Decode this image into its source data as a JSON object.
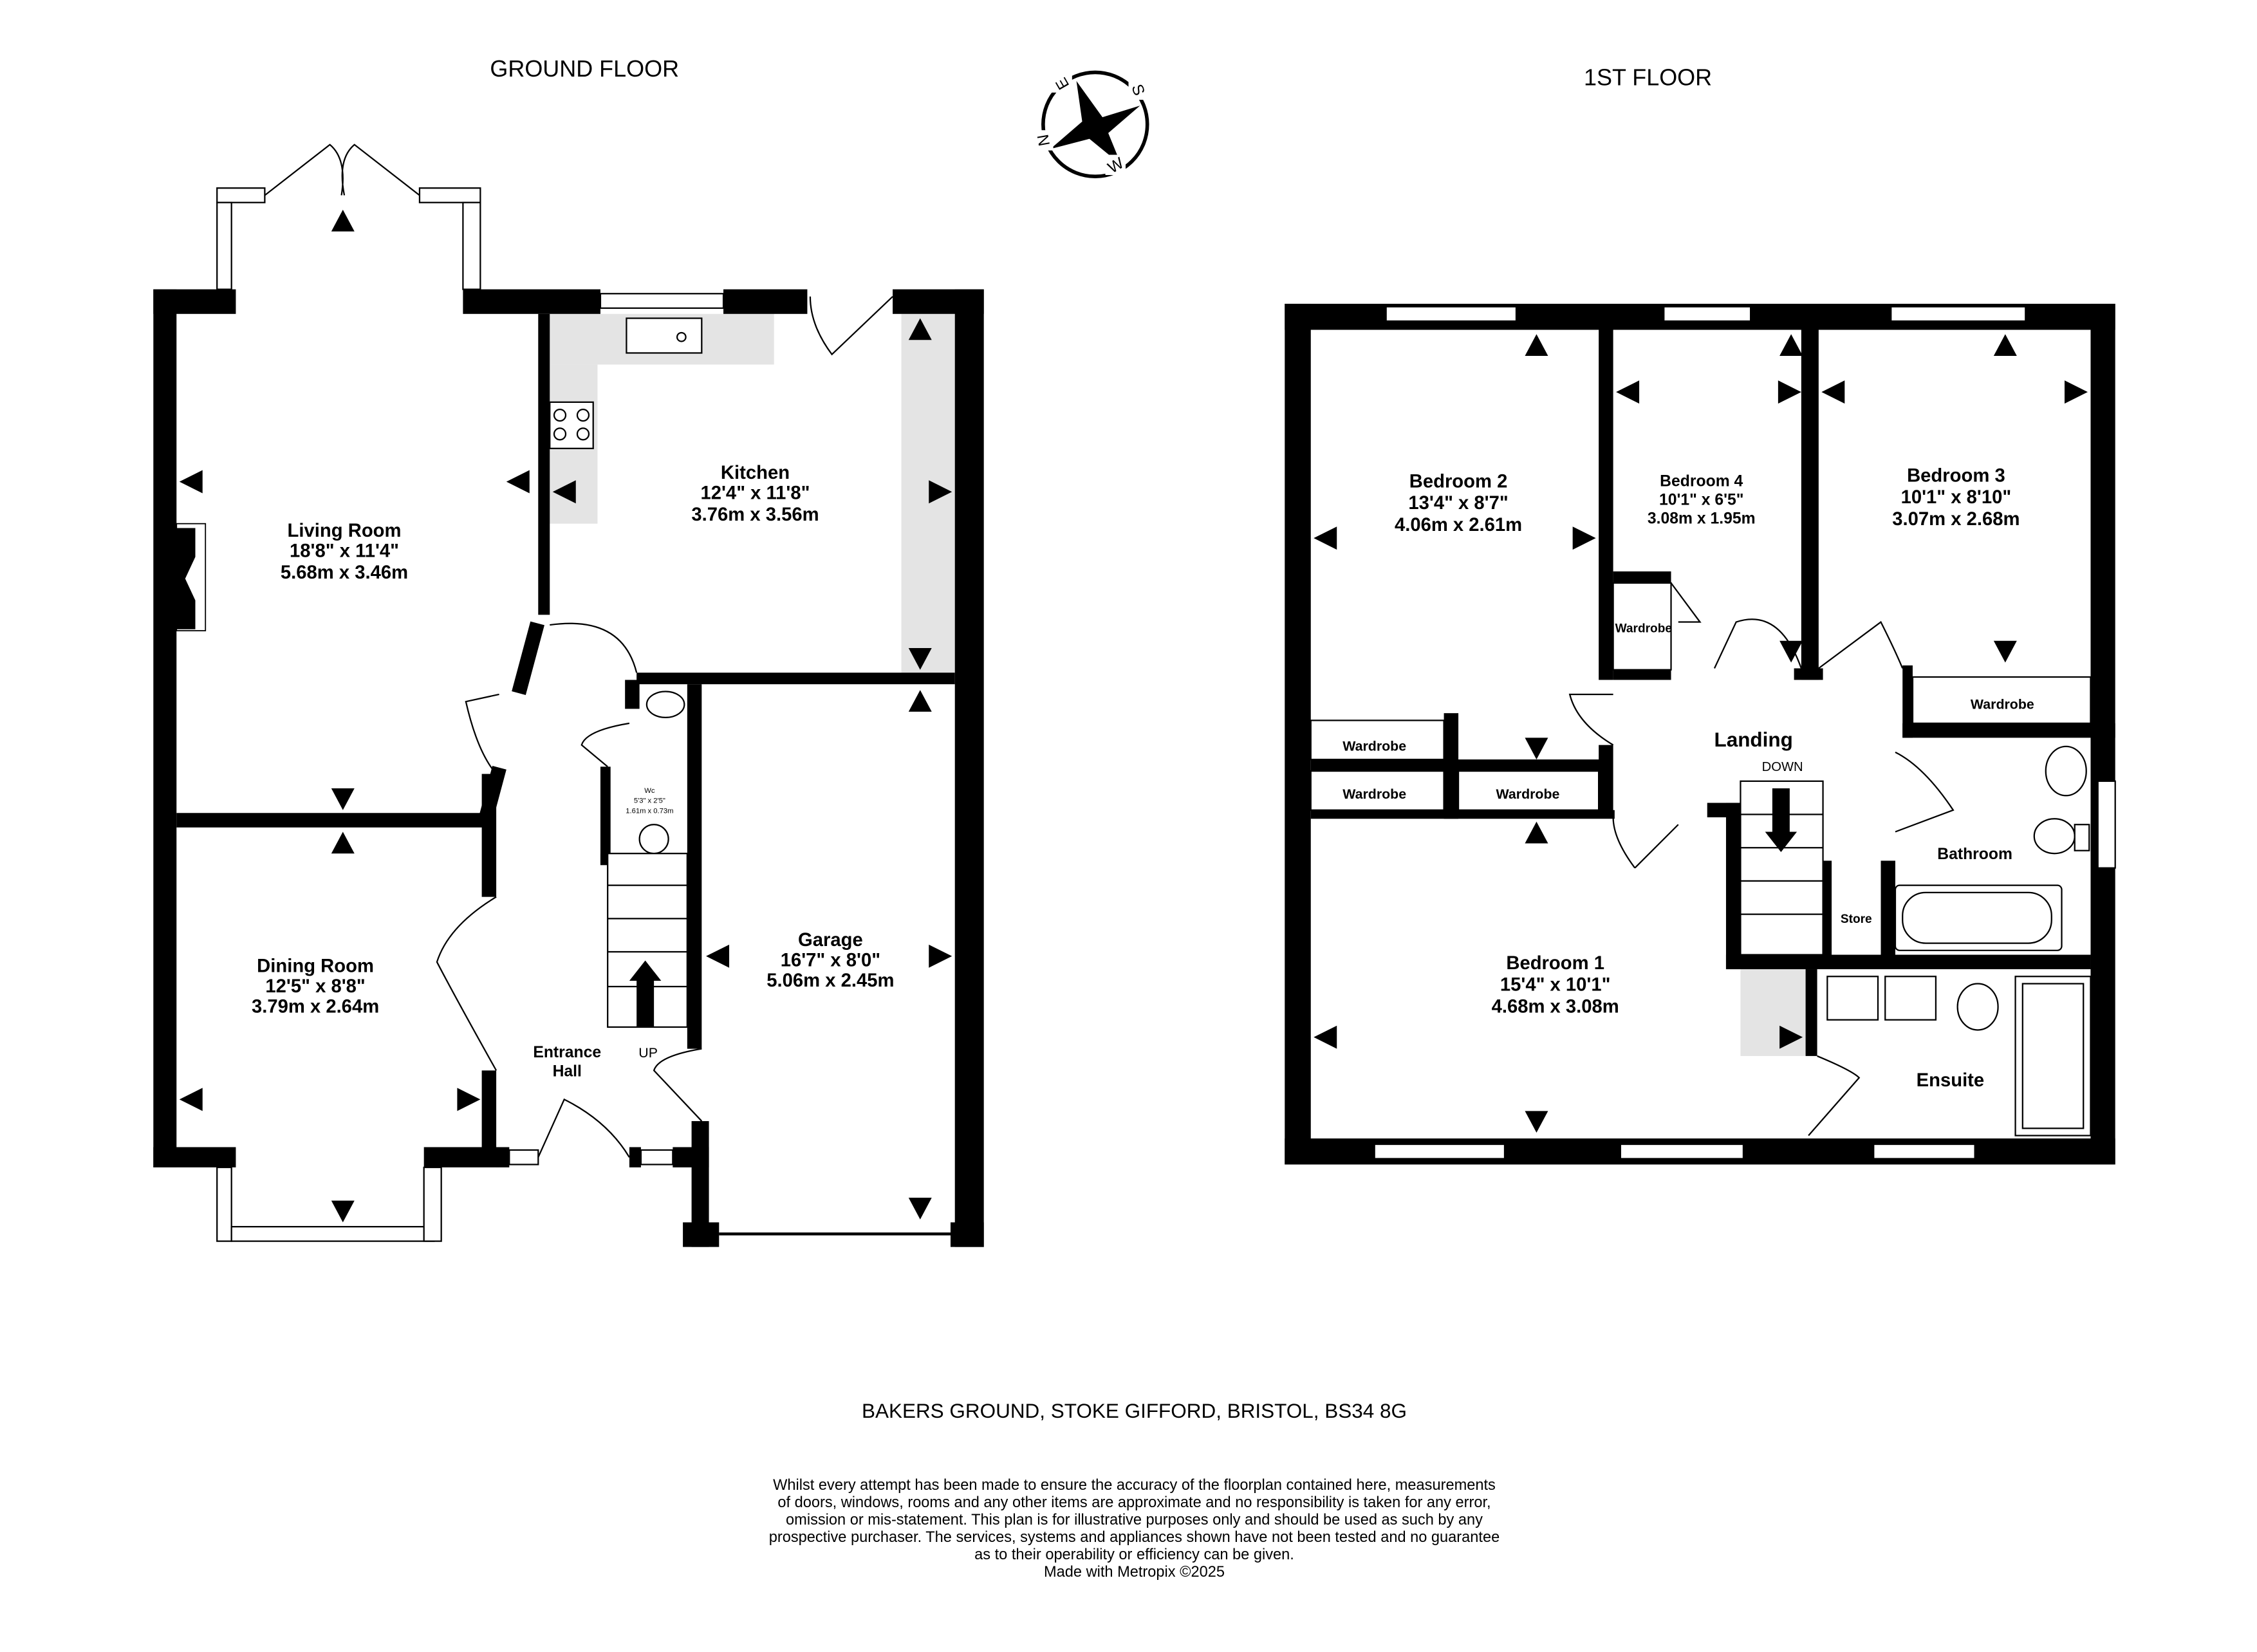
{
  "titles": {
    "ground": "GROUND FLOOR",
    "first": "1ST FLOOR"
  },
  "compass": {
    "n": "N",
    "e": "E",
    "s": "S",
    "w": "W"
  },
  "ground_floor": {
    "living": {
      "name": "Living Room",
      "imperial": "18'8\"  x 11'4\"",
      "metric": "5.68m  x 3.46m"
    },
    "kitchen": {
      "name": "Kitchen",
      "imperial": "12'4\"  x 11'8\"",
      "metric": "3.76m  x 3.56m"
    },
    "dining": {
      "name": "Dining Room",
      "imperial": "12'5\"  x 8'8\"",
      "metric": "3.79m  x 2.64m"
    },
    "garage": {
      "name": "Garage",
      "imperial": "16'7\"  x 8'0\"",
      "metric": "5.06m  x 2.45m"
    },
    "hall": {
      "name_line1": "Entrance",
      "name_line2": "Hall"
    },
    "wc": {
      "name": "Wc",
      "imperial": "5'3\"  x 2'5\"",
      "metric": "1.61m  x 0.73m"
    },
    "stairs_label": "UP"
  },
  "first_floor": {
    "bedroom2": {
      "name": "Bedroom 2",
      "imperial": "13'4\"  x 8'7\"",
      "metric": "4.06m  x 2.61m"
    },
    "bedroom4": {
      "name": "Bedroom 4",
      "imperial": "10'1\"  x 6'5\"",
      "metric": "3.08m  x 1.95m"
    },
    "bedroom3": {
      "name": "Bedroom 3",
      "imperial": "10'1\"  x 8'10\"",
      "metric": "3.07m  x 2.68m"
    },
    "bedroom1": {
      "name": "Bedroom 1",
      "imperial": "15'4\"  x 10'1\"",
      "metric": "4.68m  x 3.08m"
    },
    "landing": "Landing",
    "stairs_label": "DOWN",
    "bathroom": "Bathroom",
    "ensuite": "Ensuite",
    "store": "Store",
    "wardrobe": "Wardrobe"
  },
  "address": "BAKERS GROUND, STOKE GIFFORD, BRISTOL, BS34 8G",
  "disclaimer": [
    "Whilst every attempt has been made to ensure the accuracy of the floorplan contained here, measurements",
    "of doors, windows, rooms and any other items are approximate and no responsibility is taken for any error,",
    "omission or mis-statement. This plan is for illustrative purposes only and should be used as such by any",
    "prospective purchaser. The services, systems and appliances shown have not been tested and no guarantee",
    "as to their operability or efficiency can be given.",
    "Made with Metropix ©2025"
  ]
}
